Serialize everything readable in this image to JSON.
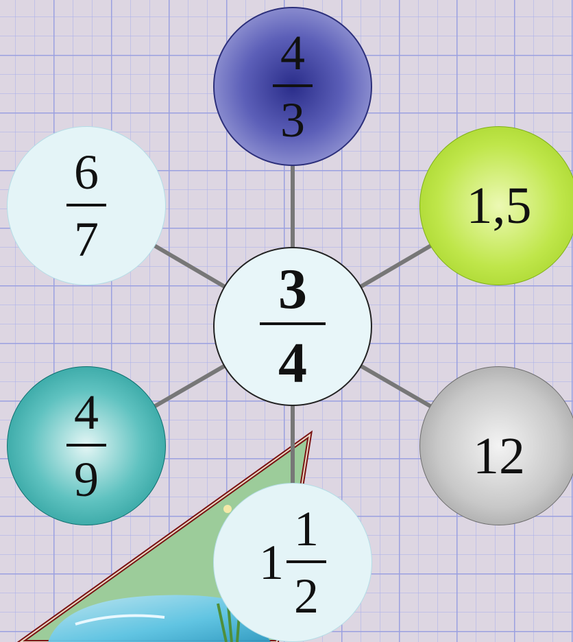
{
  "diagram": {
    "center": {
      "numerator": "3",
      "denominator": "4"
    },
    "nodes": {
      "top": {
        "numerator": "4",
        "denominator": "3"
      },
      "upper_left": {
        "numerator": "6",
        "denominator": "7"
      },
      "upper_right": {
        "value": "1,5"
      },
      "lower_left": {
        "numerator": "4",
        "denominator": "9"
      },
      "lower_right": {
        "value": "12"
      },
      "bottom": {
        "whole": "1",
        "numerator": "1",
        "denominator": "2"
      }
    }
  }
}
